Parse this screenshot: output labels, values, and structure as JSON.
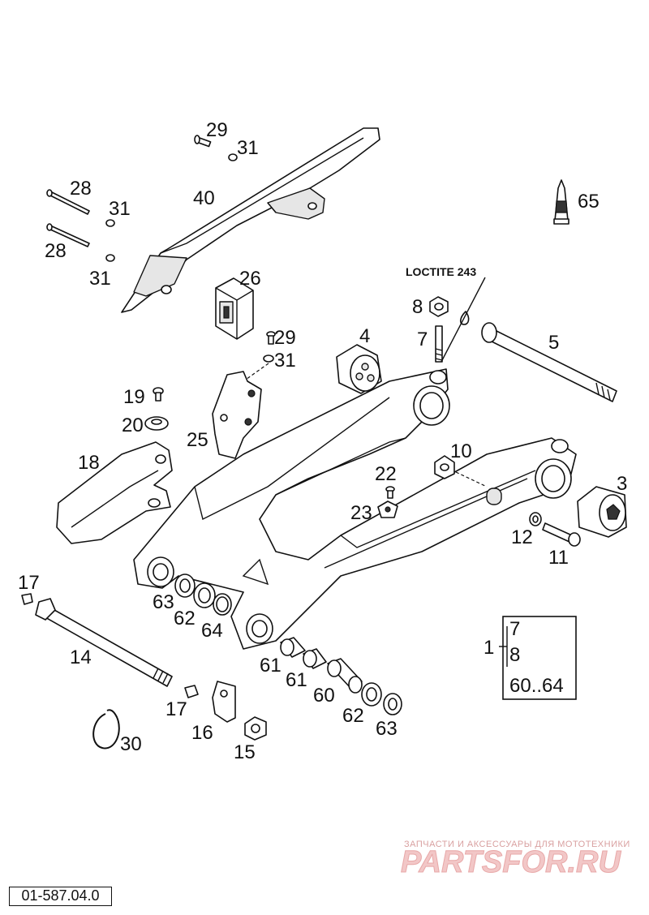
{
  "diagram": {
    "reference": "01-587.04.0",
    "loctite": "LOCTITE 243",
    "callouts": {
      "p1": "1",
      "p3": "3",
      "p4": "4",
      "p5": "5",
      "p7a": "7",
      "p8a": "8",
      "p10": "10",
      "p11": "11",
      "p12": "12",
      "p14": "14",
      "p15": "15",
      "p16": "16",
      "p17a": "17",
      "p17b": "17",
      "p18": "18",
      "p19": "19",
      "p20": "20",
      "p22": "22",
      "p23": "23",
      "p25": "25",
      "p26": "26",
      "p28a": "28",
      "p28b": "28",
      "p29a": "29",
      "p29b": "29",
      "p30": "30",
      "p31a": "31",
      "p31b": "31",
      "p31c": "31",
      "p31d": "31",
      "p40": "40",
      "p60": "60",
      "p61a": "61",
      "p61b": "61",
      "p62a": "62",
      "p62b": "62",
      "p63a": "63",
      "p63b": "63",
      "p64": "64",
      "p65": "65"
    },
    "kit_box": {
      "line1": "7",
      "line2": "8",
      "line3": "60..64"
    }
  },
  "watermark": {
    "tagline": "ЗАПЧАСТИ И АКСЕССУАРЫ ДЛЯ МОТОТЕХНИКИ",
    "brand": "PARTSFOR.RU",
    "color": "#f2c7c7"
  }
}
